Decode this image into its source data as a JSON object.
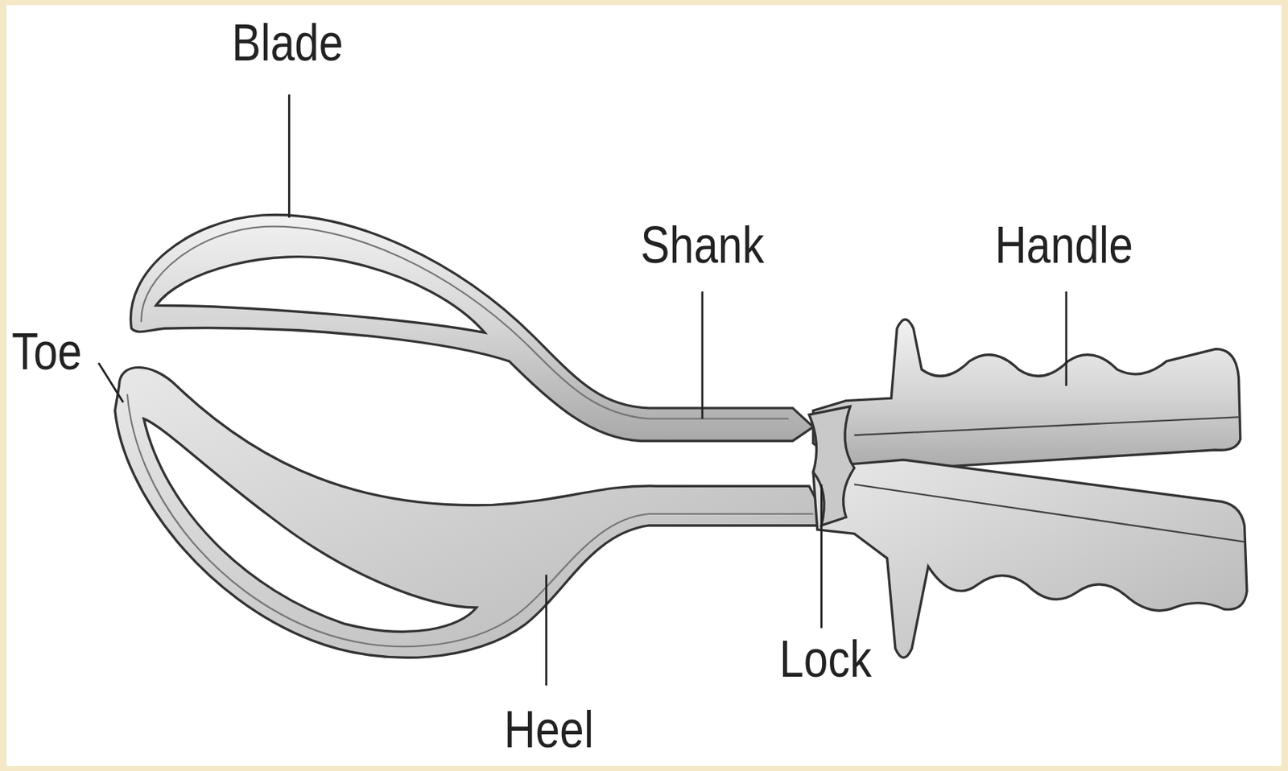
{
  "diagram": {
    "labels": [
      "Blade",
      "Toe",
      "Shank",
      "Handle",
      "Lock",
      "Heel"
    ]
  }
}
